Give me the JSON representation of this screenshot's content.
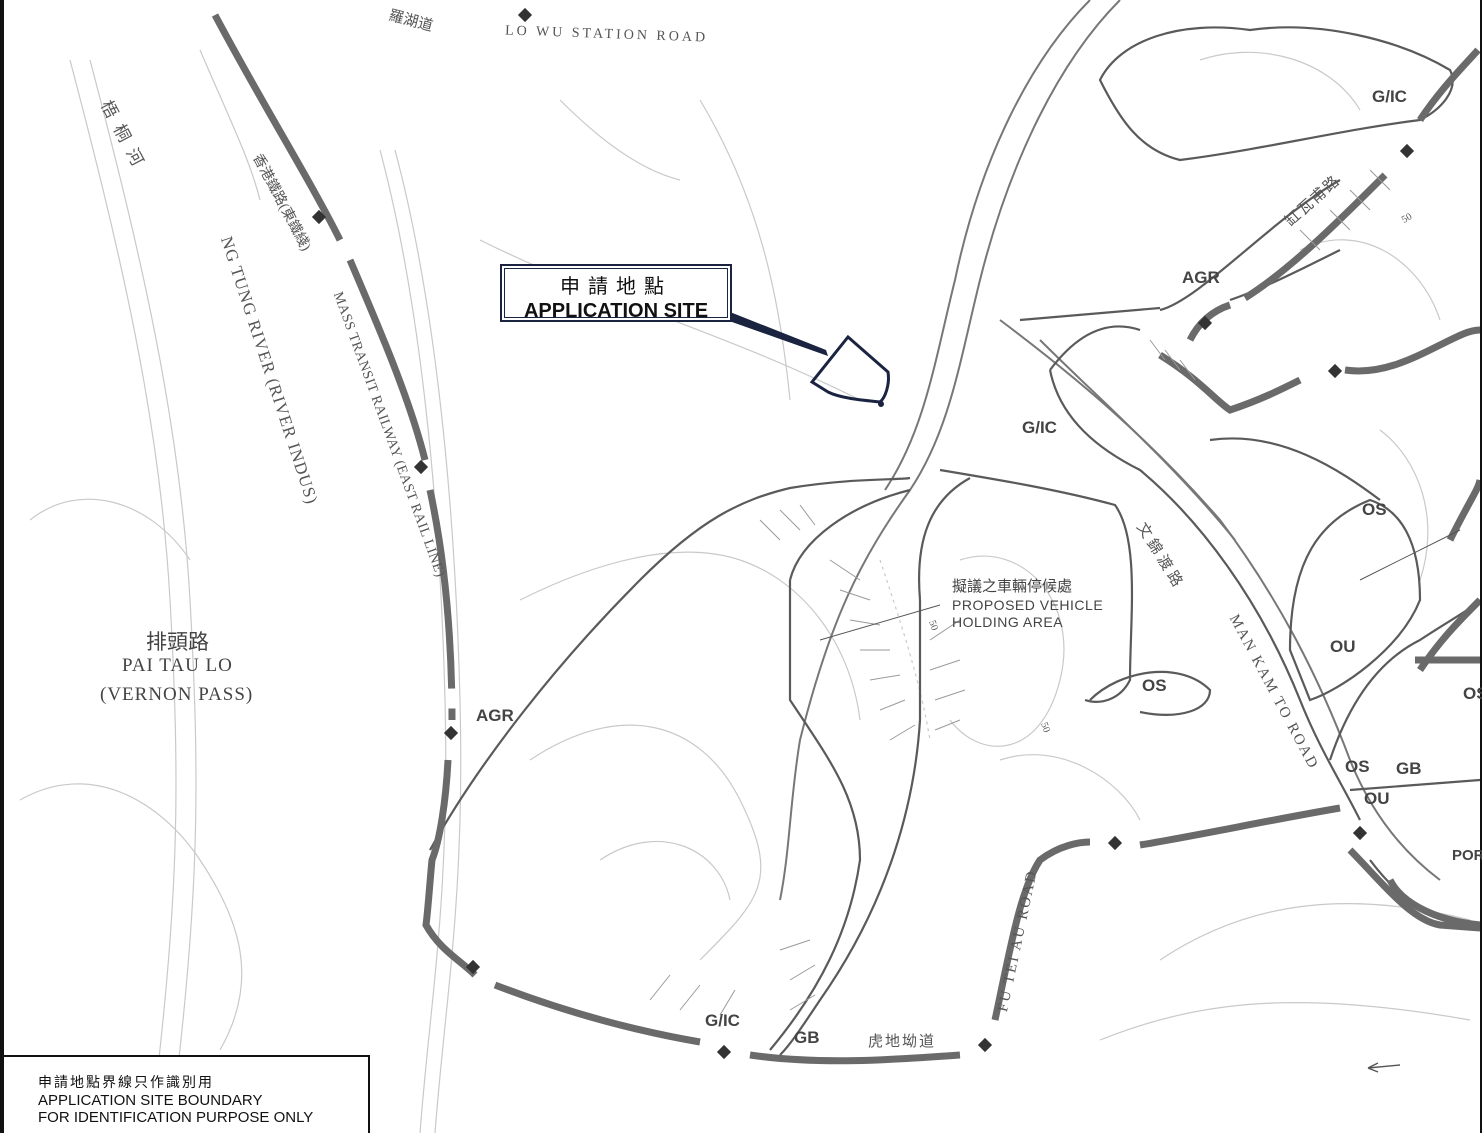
{
  "callout": {
    "zh": "申請地點",
    "en": "APPLICATION SITE"
  },
  "legend": {
    "zh": "申請地點界線只作識別用",
    "en_line1": "APPLICATION SITE BOUNDARY",
    "en_line2": "FOR IDENTIFICATION PURPOSE ONLY"
  },
  "roads": {
    "lo_wu_zh": "羅湖道",
    "lo_wu_en": "LO WU STATION ROAD",
    "ng_tung_zh": "梧桐河",
    "ng_tung_en": "NG TUNG RIVER (RIVER INDUS)",
    "mtr_zh": "香港鐵路(東鐵綫)",
    "mtr_en": "MASS TRANSIT RAILWAY (EAST RAIL LINE)",
    "pai_tau_zh": "排頭路",
    "pai_tau_en1": "PAI TAU LO",
    "pai_tau_en2": "(VERNON PASS)",
    "man_kam_zh": "文錦渡路",
    "man_kam_en": "MAN KAM TO ROAD",
    "fu_tei_zh": "虎地坳道",
    "fu_tei_en": "FU TEI AU ROAD",
    "wo_road_zh": "缸瓦甫路"
  },
  "proposed": {
    "zh": "擬議之車輛停候處",
    "en1": "PROPOSED VEHICLE",
    "en2": "HOLDING AREA"
  },
  "zones": {
    "gic": "G/IC",
    "agr": "AGR",
    "os": "OS",
    "ou": "OU",
    "gb": "GB",
    "por": "POR"
  },
  "contours": {
    "c50": "50"
  },
  "colors": {
    "zone_line": "#6a6a6a",
    "site_boundary": "#1a2340",
    "basemap": "#c9c9c9"
  }
}
